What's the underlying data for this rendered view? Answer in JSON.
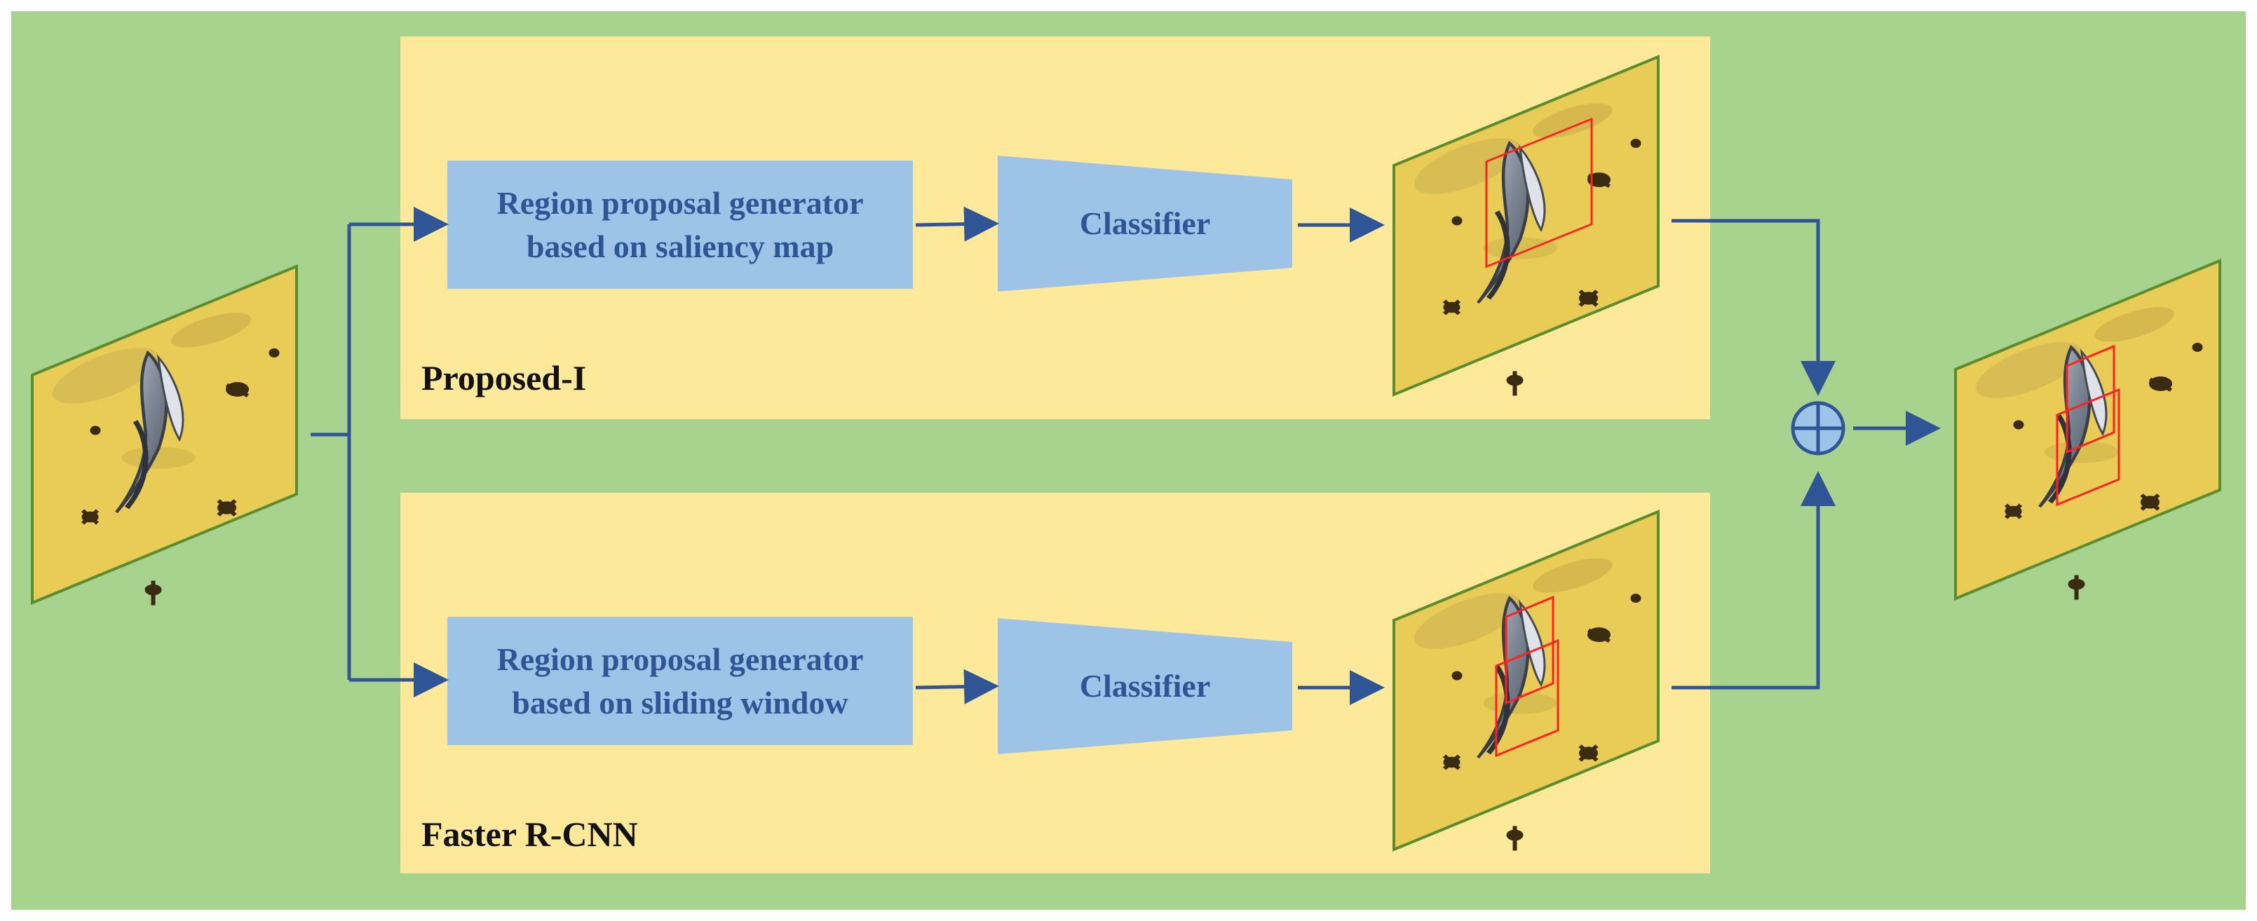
{
  "top_branch": {
    "title": "Proposed-I",
    "generator_lines": [
      "Region proposal generator",
      "based on saliency map"
    ],
    "classifier_label": "Classifier"
  },
  "bottom_branch": {
    "title": "Faster R-CNN",
    "generator_lines": [
      "Region proposal generator",
      "based on sliding window"
    ],
    "classifier_label": "Classifier"
  },
  "fusion": {
    "symbol": "⊕"
  },
  "colors": {
    "background": "#a8d38f",
    "panel": "#fee99a",
    "box": "#9dc3e6",
    "text_blue": "#2f5597",
    "arrow": "#2f5597",
    "image_fill": "#e8cc55",
    "image_border": "#5b8c2f",
    "detection_box": "#ff2020"
  },
  "icons": {
    "fusion": "circled-plus-icon",
    "arrow": "arrow-right-icon",
    "trap_image": "sticky-trap-image-icon"
  }
}
